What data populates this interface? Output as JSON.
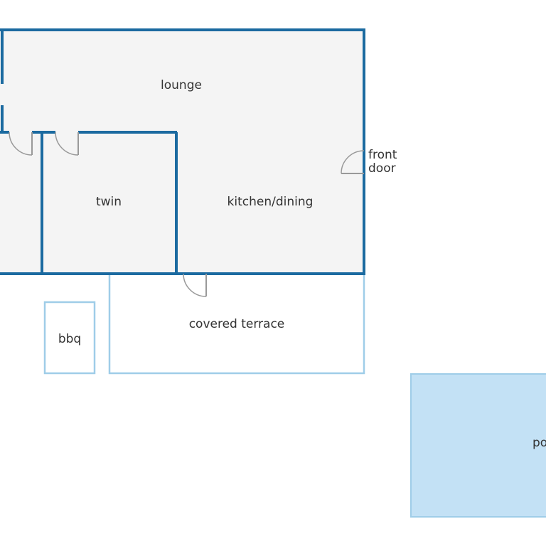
{
  "colors": {
    "wall": "#1b6aa0",
    "outdoor_outline": "#9fcde8",
    "floor": "#f4f4f4",
    "pool": "#c3e1f5",
    "door": "#999999",
    "label": "#333333"
  },
  "rooms": {
    "lounge": "lounge",
    "twin": "twin",
    "kitchen_dining": "kitchen/dining",
    "front_door_line1": "front",
    "front_door_line2": "door",
    "covered_terrace": "covered terrace",
    "bbq": "bbq",
    "pool": "po"
  }
}
